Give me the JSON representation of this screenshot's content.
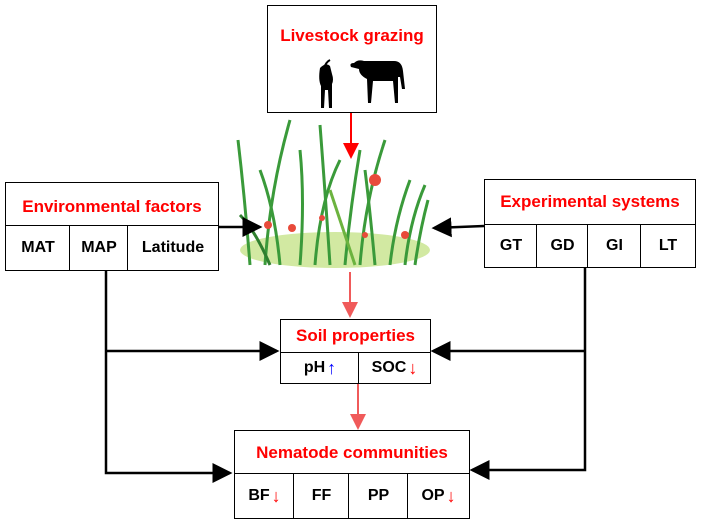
{
  "livestock": {
    "title": "Livestock grazing",
    "icon": "goat-and-cow-icon"
  },
  "environment": {
    "title": "Environmental factors",
    "cells": [
      "MAT",
      "MAP",
      "Latitude"
    ]
  },
  "experimental": {
    "title": "Experimental systems",
    "cells": [
      "GT",
      "GD",
      "GI",
      "LT"
    ]
  },
  "soil": {
    "title": "Soil properties",
    "cells": [
      {
        "label": "pH",
        "trend": "↑"
      },
      {
        "label": "SOC",
        "trend": "↓"
      }
    ]
  },
  "nematode": {
    "title": "Nematode communities",
    "cells": [
      {
        "label": "BF",
        "trend": "↓"
      },
      {
        "label": "FF"
      },
      {
        "label": "PP"
      },
      {
        "label": "OP",
        "trend": "↓"
      }
    ]
  },
  "colors": {
    "accent": "#ff0000",
    "up": "#0000ff",
    "pink_arrow": "#f05a5a"
  }
}
